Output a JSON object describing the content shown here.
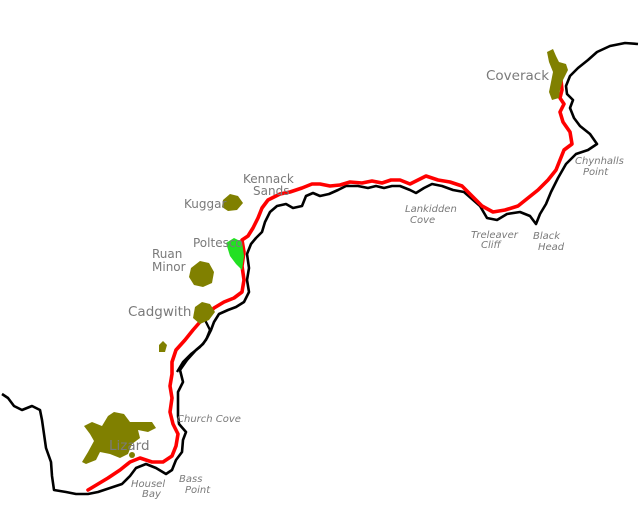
{
  "colors": {
    "coastline": "#000000",
    "route": "#ff0000",
    "village": "#808000",
    "poltesco": "#22e022",
    "label": "#7a7a7a"
  },
  "villages": {
    "coverack": "Coverack",
    "kennack_1": "Kennack",
    "kennack_2": "Sands",
    "kuggar": "Kuggar",
    "poltesco": "Poltesco",
    "ruan_1": "Ruan",
    "ruan_2": "Minor",
    "cadgwith": "Cadgwith",
    "lizard": "Lizard"
  },
  "features": {
    "chynhalls_1": "Chynhalls",
    "chynhalls_2": "Point",
    "lankidden_1": "Lankidden",
    "lankidden_2": "Cove",
    "treleaver_1": "Treleaver",
    "treleaver_2": "Cliff",
    "black_1": "Black",
    "black_2": "Head",
    "church_cove": "Church Cove",
    "housel_1": "Housel",
    "housel_2": "Bay",
    "bass_1": "Bass",
    "bass_2": "Point"
  }
}
